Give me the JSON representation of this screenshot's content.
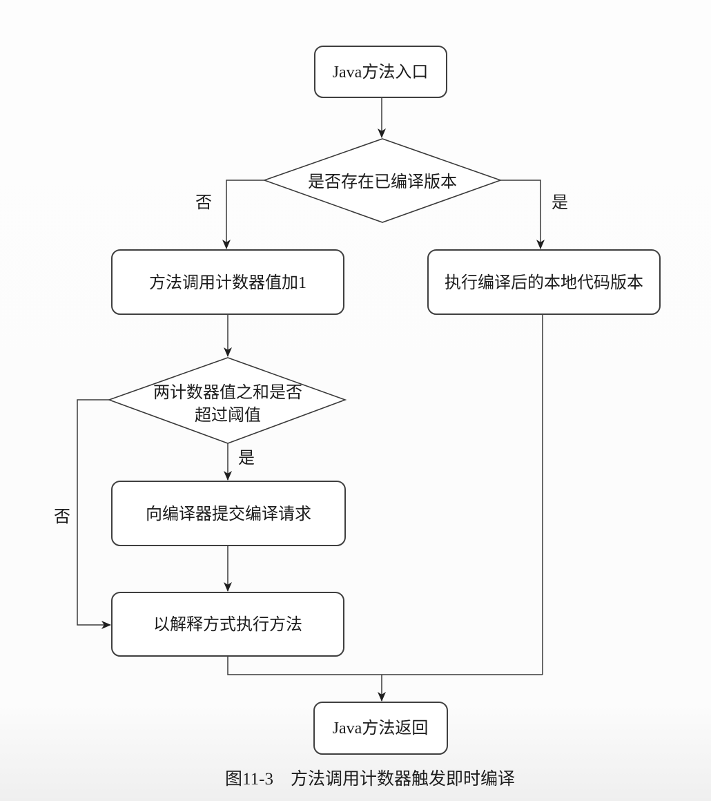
{
  "theme": {
    "page-bg": "#fbfbfb",
    "node-fill": "#ffffff",
    "box-stroke": "#3f3f3f",
    "line-color": "#3a3a3a",
    "text-color": "#1c1c1c"
  },
  "diagram": {
    "nodes": {
      "start": {
        "type": "rounded-rect",
        "label": "Java方法入口"
      },
      "decision_compiled": {
        "type": "diamond",
        "label": "是否存在已编译版本"
      },
      "increment_counter": {
        "type": "rounded-rect",
        "label": "方法调用计数器值加1"
      },
      "execute_native": {
        "type": "rounded-rect",
        "label": "执行编译后的本地代码版本"
      },
      "decision_threshold": {
        "type": "diamond",
        "label_line1": "两计数器值之和是否",
        "label_line2": "超过阈值"
      },
      "submit_compile": {
        "type": "rounded-rect",
        "label": "向编译器提交编译请求"
      },
      "interpret_execute": {
        "type": "rounded-rect",
        "label": "以解释方式执行方法"
      },
      "end": {
        "type": "rounded-rect",
        "label": "Java方法返回"
      }
    },
    "edge_labels": {
      "compiled_no": "否",
      "compiled_yes": "是",
      "threshold_yes": "是",
      "threshold_no": "否"
    },
    "caption": "图11-3　方法调用计数器触发即时编译"
  }
}
